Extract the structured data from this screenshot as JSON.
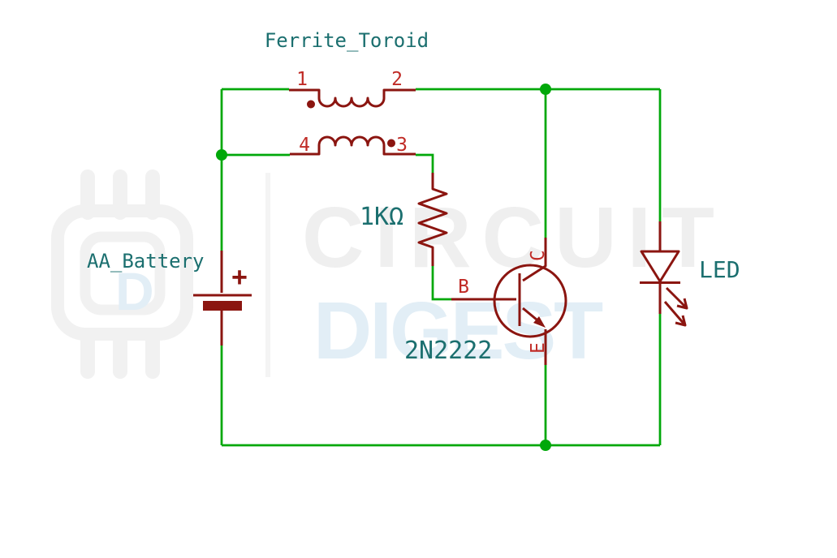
{
  "colors": {
    "wire": "#00A80A",
    "component": "#8B1510",
    "pin_text": "#C02B26",
    "label_text": "#1B6F6F",
    "watermark_gray": "#EFEFEF",
    "watermark_blue": "#E2EEF6"
  },
  "schematic": {
    "transformer": {
      "label": "Ferrite_Toroid",
      "pin1": "1",
      "pin2": "2",
      "pin3": "3",
      "pin4": "4"
    },
    "battery": {
      "label": "AA_Battery",
      "polarity": "+"
    },
    "resistor": {
      "value": "1KΩ"
    },
    "transistor": {
      "part": "2N2222",
      "base": "B",
      "collector": "C",
      "emitter": "E"
    },
    "led": {
      "label": "LED"
    }
  },
  "watermark": {
    "line1": "CIRCUIT",
    "line2": "DIGEST",
    "logo_letter": "D"
  }
}
